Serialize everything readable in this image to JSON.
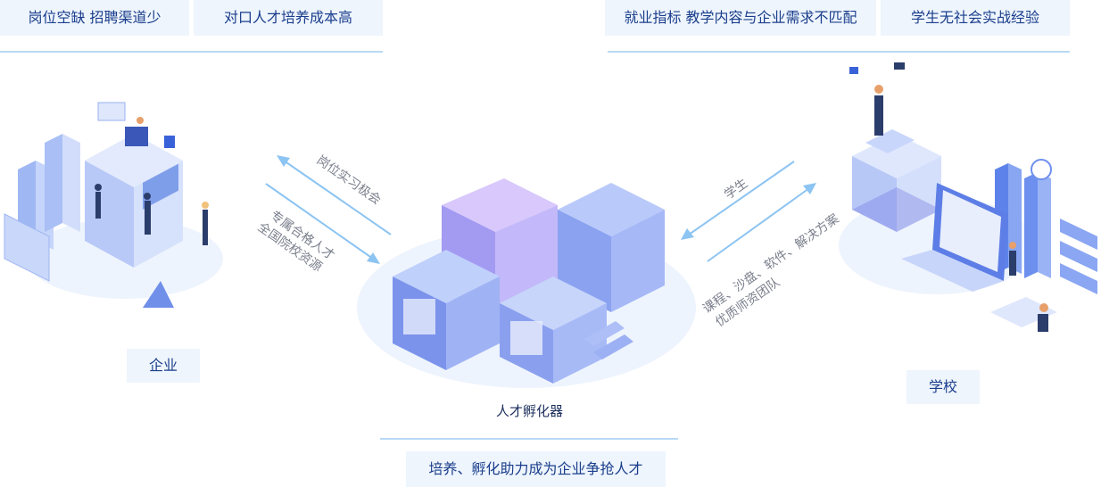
{
  "top_tags": {
    "left_1": "岗位空缺 招聘渠道少",
    "left_2": "对口人才培养成本高",
    "right_1": "就业指标 教学内容与企业需求不匹配",
    "right_2": "学生无社会实战经验"
  },
  "nodes": {
    "enterprise": "企业",
    "incubator": "人才孵化器",
    "school": "学校"
  },
  "arrows": {
    "left_upper": "岗位实习极会",
    "left_lower_line1": "专属合格人才",
    "left_lower_line2": "全国院校资源",
    "right_upper": "学生",
    "right_lower_line1": "课程、沙盘、软件、解决方案",
    "right_lower_line2": "优质师资团队"
  },
  "bottom_tag": "培养、孵化助力成为企业争抢人才",
  "colors": {
    "tag_bg": "#eef5fd",
    "tag_text": "#1b3e8c",
    "rule": "#b9d9f6",
    "arrow": "#8cc4f2"
  }
}
